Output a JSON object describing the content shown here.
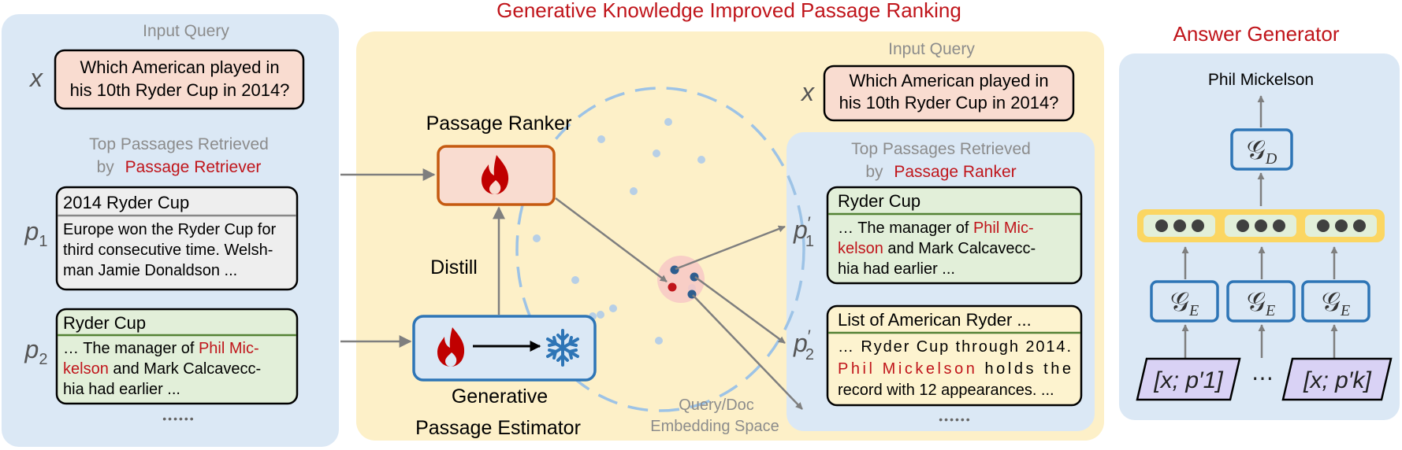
{
  "title": "Generative Knowledge Improved Passage Ranking",
  "colors": {
    "title_red": "#c0151b",
    "left_panel": "#dbe8f5",
    "middle_panel": "#fdf0c8",
    "right_panel": "#dbe8f5",
    "query_box": "#f9dcd0",
    "passage_grey": "#eeeeee",
    "passage_green": "#e2efd9",
    "passage_yellow": "#fdf3cf",
    "ranker_box": "#f9dcd0",
    "ranker_border": "#c55a11",
    "estimator_box": "#dbe8f5",
    "estimator_border": "#2e75b6",
    "highlight_red": "#c0151b",
    "dots": "#b7cfe6",
    "encoder_border": "#2e75b6",
    "input_fill": "#d9d2f5"
  },
  "left": {
    "input_query_label": "Input Query",
    "x_label": "x",
    "query_line1": "Which American played in",
    "query_line2": "his 10th Ryder Cup in 2014?",
    "top_label_line1": "Top Passages Retrieved",
    "top_label_by": "by",
    "top_label_red": "Passage Retriever",
    "p1": {
      "var": "p",
      "sub": "1",
      "title": "2014 Ryder Cup",
      "line1": "Europe won the Ryder Cup for",
      "line2": "third consecutive time. Welsh-",
      "line3": "man Jamie Donaldson ..."
    },
    "p2": {
      "var": "p",
      "sub": "2",
      "title": "Ryder Cup",
      "line1_a": "… The manager of ",
      "line1_red": "Phil Mic-",
      "line2_red": "kelson",
      "line2_b": " and Mark Calcavecc-",
      "line3": "hia had earlier ..."
    },
    "ellipsis": "••••••"
  },
  "middle": {
    "ranker_label": "Passage Ranker",
    "distill_label": "Distill",
    "estimator_line1": "Generative",
    "estimator_line2": "Passage Estimator",
    "space_line1": "Query/Doc",
    "space_line2": "Embedding Space",
    "fire_icon": "fire-icon",
    "snowflake_icon": "snowflake-icon",
    "input_query_label": "Input Query",
    "x_label": "x",
    "query_line1": "Which American played in",
    "query_line2": "his 10th Ryder Cup in 2014?"
  },
  "right": {
    "top_label_line1": "Top Passages Retrieved",
    "top_label_by": "by",
    "top_label_red": "Passage Ranker",
    "p1": {
      "var": "p",
      "sub": "1",
      "prime": "′",
      "title": "Ryder Cup",
      "line1_a": "… The manager of ",
      "line1_red": "Phil Mic-",
      "line2_red": "kelson",
      "line2_b": " and Mark Calcavecc-",
      "line3": "hia had earlier ..."
    },
    "p2": {
      "var": "p",
      "sub": "2",
      "prime": "′",
      "title": "List of American Ryder ...",
      "line1": "… Ryder Cup through 2014.",
      "line2_red": "Phil Mickelson",
      "line2_b": " holds the",
      "line3": "record with 12 appearances. ..."
    },
    "ellipsis": "••••••"
  },
  "answer": {
    "title": "Answer Generator",
    "output": "Phil Mickelson",
    "decoder_main": "𝒢",
    "decoder_sub": "D",
    "encoder_main": "𝒢",
    "encoder_sub": "E",
    "input1": "[x; p′1]",
    "input_ellipsis": "⋯",
    "input2": "[x; p′k]"
  }
}
